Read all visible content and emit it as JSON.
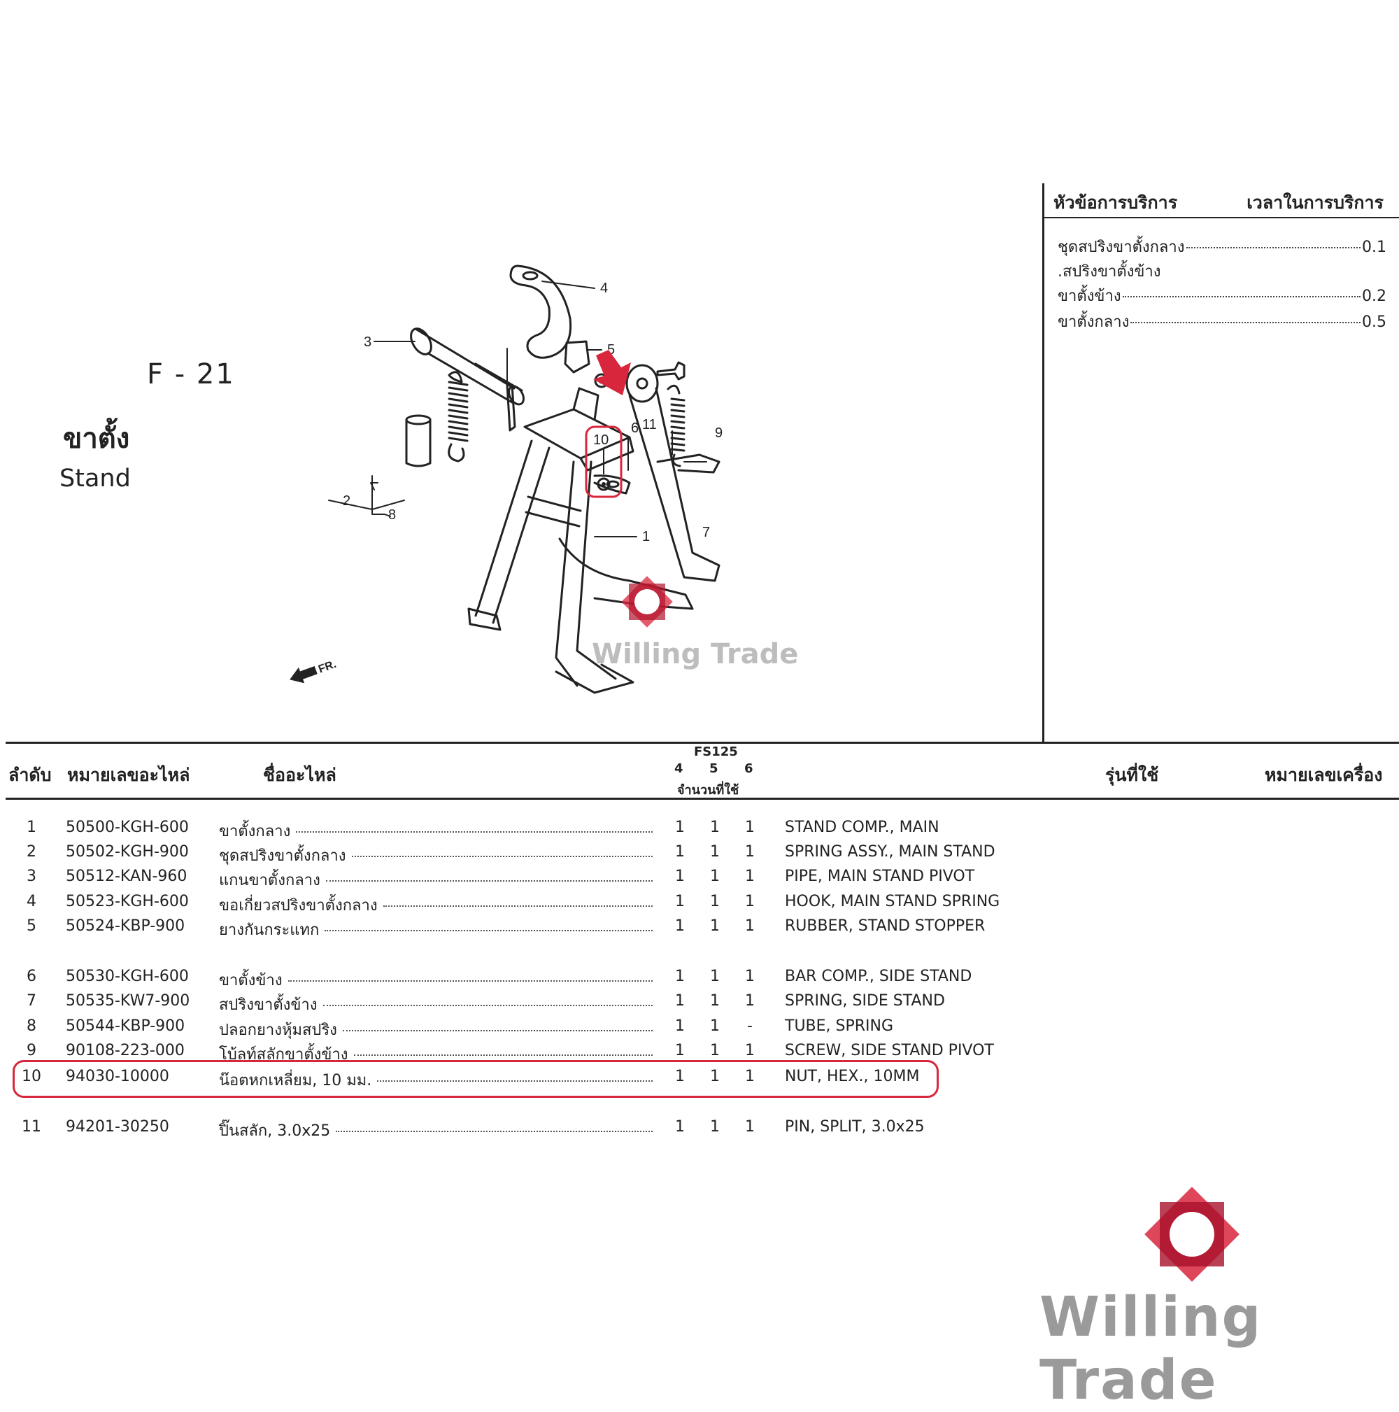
{
  "header": {
    "code": "F - 21",
    "title_th": "ขาตั้ง",
    "title_en": "Stand"
  },
  "diagram": {
    "callouts": [
      "1",
      "2",
      "3",
      "4",
      "5",
      "6",
      "7",
      "8",
      "9",
      "10",
      "11"
    ],
    "front_label": "FR."
  },
  "service_panel": {
    "heading_left": "หัวข้อการบริการ",
    "heading_right": "เวลาในการบริการ",
    "items": [
      {
        "label": "ชุดสปริงขาตั้งกลาง",
        "time": "0.1"
      },
      {
        "label": ".สปริงขาตั้งข้าง",
        "time": ""
      },
      {
        "label": "ขาตั้งข้าง",
        "time": "0.2"
      },
      {
        "label": "ขาตั้งกลาง",
        "time": "0.5"
      }
    ]
  },
  "table": {
    "headers": {
      "no": "ลำดับ",
      "part_number": "หมายเลขอะไหล่",
      "part_name": "ชื่ออะไหล่",
      "model_group": "FS125",
      "q4": "4",
      "q5": "5",
      "q6": "6",
      "qty": "จำนวนที่ใช้",
      "model": "รุ่นที่ใช้",
      "engine_no": "หมายเลขเครื่อง"
    },
    "rows": [
      {
        "no": "1",
        "pn": "50500-KGH-600",
        "name_th": "ขาตั้งกลาง",
        "q4": "1",
        "q5": "1",
        "q6": "1",
        "name_en": "STAND COMP., MAIN"
      },
      {
        "no": "2",
        "pn": "50502-KGH-900",
        "name_th": "ชุดสปริงขาตั้งกลาง",
        "q4": "1",
        "q5": "1",
        "q6": "1",
        "name_en": "SPRING ASSY., MAIN STAND"
      },
      {
        "no": "3",
        "pn": "50512-KAN-960",
        "name_th": "แกนขาตั้งกลาง",
        "q4": "1",
        "q5": "1",
        "q6": "1",
        "name_en": "PIPE, MAIN STAND PIVOT"
      },
      {
        "no": "4",
        "pn": "50523-KGH-600",
        "name_th": "ขอเกี่ยวสปริงขาตั้งกลาง",
        "q4": "1",
        "q5": "1",
        "q6": "1",
        "name_en": "HOOK, MAIN STAND SPRING"
      },
      {
        "no": "5",
        "pn": "50524-KBP-900",
        "name_th": "ยางกันกระแทก",
        "q4": "1",
        "q5": "1",
        "q6": "1",
        "name_en": "RUBBER, STAND STOPPER"
      },
      {
        "no": "6",
        "pn": "50530-KGH-600",
        "name_th": "ขาตั้งข้าง",
        "q4": "1",
        "q5": "1",
        "q6": "1",
        "name_en": "BAR COMP., SIDE STAND"
      },
      {
        "no": "7",
        "pn": "50535-KW7-900",
        "name_th": "สปริงขาตั้งข้าง",
        "q4": "1",
        "q5": "1",
        "q6": "1",
        "name_en": "SPRING, SIDE STAND"
      },
      {
        "no": "8",
        "pn": "50544-KBP-900",
        "name_th": "ปลอกยางหุ้มสปริง",
        "q4": "1",
        "q5": "1",
        "q6": "-",
        "name_en": "TUBE, SPRING"
      },
      {
        "no": "9",
        "pn": "90108-223-000",
        "name_th": "โบ้ลท์สลักขาตั้งข้าง",
        "q4": "1",
        "q5": "1",
        "q6": "1",
        "name_en": "SCREW, SIDE STAND PIVOT"
      },
      {
        "no": "10",
        "pn": "94030-10000",
        "name_th": "น๊อตหกเหลี่ยม, 10 มม.",
        "q4": "1",
        "q5": "1",
        "q6": "1",
        "name_en": "NUT, HEX., 10MM"
      },
      {
        "no": "11",
        "pn": "94201-30250",
        "name_th": "ปิ๊นสลัก, 3.0x25",
        "q4": "1",
        "q5": "1",
        "q6": "1",
        "name_en": "PIN, SPLIT, 3.0x25"
      }
    ]
  },
  "branding": {
    "name": "Willing Trade",
    "accent": "#d8263c"
  }
}
